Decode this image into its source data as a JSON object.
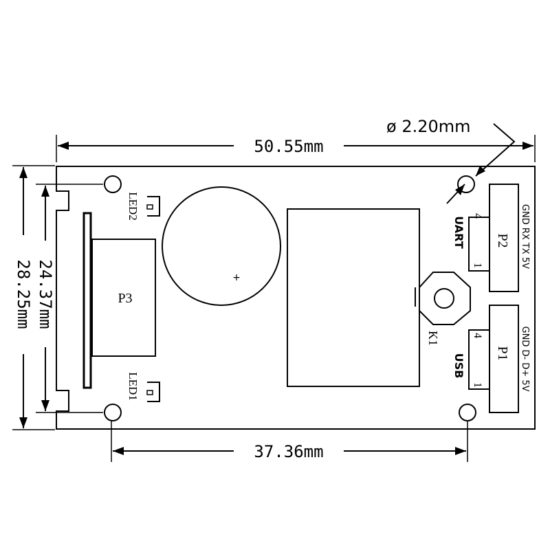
{
  "dimensions": {
    "width": "50.55mm",
    "hole": "ø 2.20mm",
    "height_inner": "24.37mm",
    "height_outer": "28.25mm",
    "hole_spacing": "37.36mm"
  },
  "components": {
    "p3": "P3",
    "p2": "P2",
    "p1": "P1",
    "led1": "LED1",
    "led2": "LED2",
    "k1": "K1",
    "buzzer_mark": "+",
    "uart": "UART",
    "usb": "USB",
    "p2_pin_high": "4",
    "p2_pin_low": "1",
    "p1_pin_high": "4",
    "p1_pin_low": "1",
    "p2_pins_label": "GND RX TX 5V",
    "p1_pins_label": "GND D- D+ 5V"
  }
}
